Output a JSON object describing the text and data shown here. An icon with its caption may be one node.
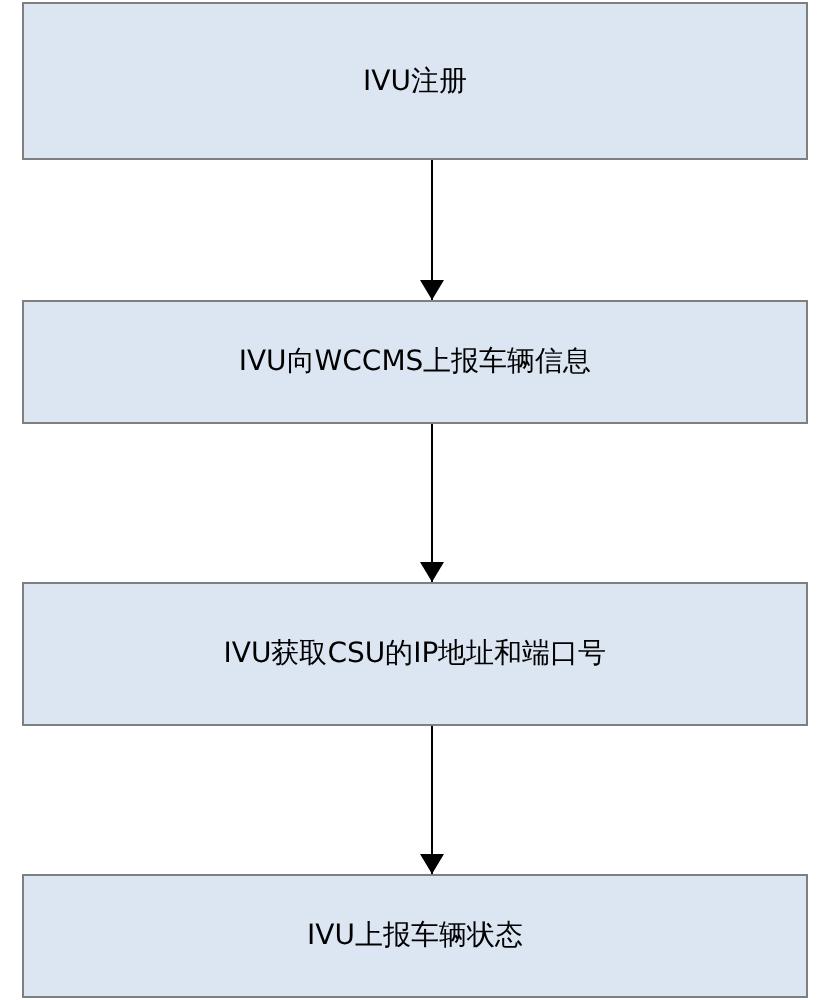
{
  "diagram": {
    "nodes": [
      {
        "text": [
          "IVU注册"
        ]
      },
      {
        "text": [
          "IVU向WCCMS上报车辆信息"
        ]
      },
      {
        "text": [
          "IVU获取CSU的IP地址和端口号"
        ]
      },
      {
        "text": [
          "IVU上报车辆状态"
        ]
      }
    ],
    "edges": [
      {
        "from": 0,
        "to": 1,
        "arrow": "to"
      },
      {
        "from": 1,
        "to": 2,
        "arrow": "to"
      },
      {
        "from": 2,
        "to": 3,
        "arrow": "to"
      }
    ]
  }
}
